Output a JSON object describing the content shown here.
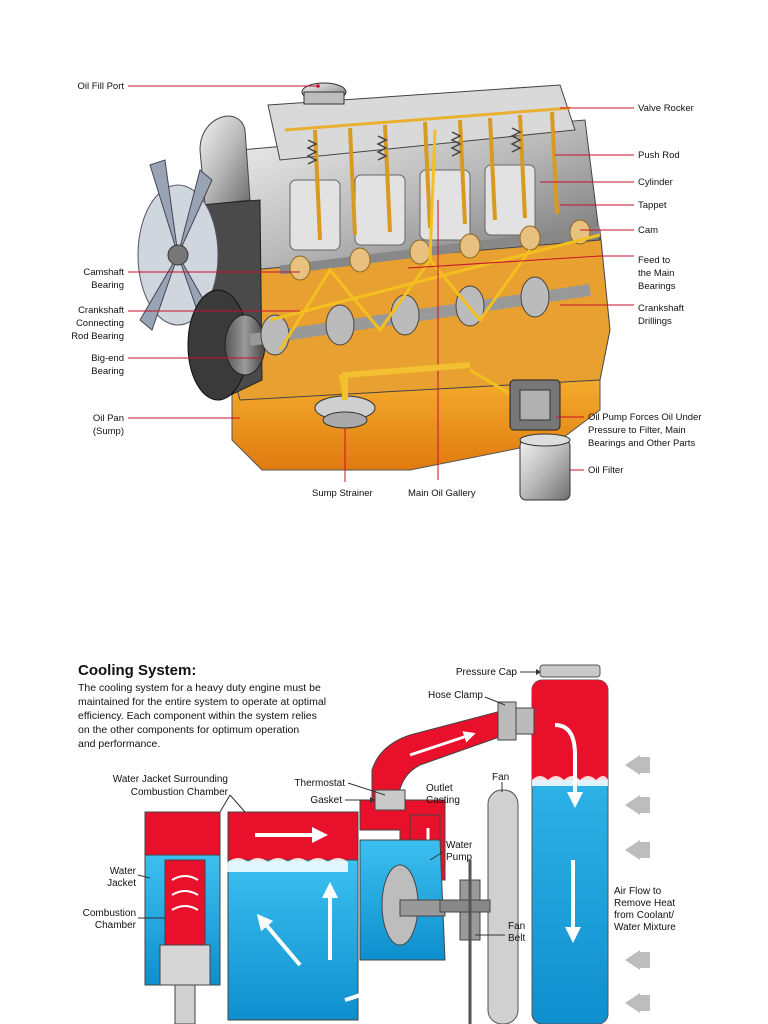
{
  "lubrication": {
    "labels": {
      "oil_fill_port": "Oil Fill Port",
      "valve_rocker": "Valve Rocker",
      "push_rod": "Push Rod",
      "cylinder": "Cylinder",
      "tappet": "Tappet",
      "cam": "Cam",
      "feed_main_bearings": [
        "Feed to",
        "the Main",
        "Bearings"
      ],
      "camshaft_bearing": [
        "Camshaft",
        "Bearing"
      ],
      "crankshaft_rod_bearing": [
        "Crankshaft",
        "Connecting",
        "Rod Bearing"
      ],
      "crankshaft_drillings": [
        "Crankshaft",
        "Drillings"
      ],
      "big_end_bearing": [
        "Big-end",
        "Bearing"
      ],
      "oil_pan": [
        "Oil Pan",
        "(Sump)"
      ],
      "oil_pump": [
        "Oil Pump Forces Oil Under",
        "Pressure to Filter, Main",
        "Bearings and Other Parts"
      ],
      "oil_filter": "Oil Filter",
      "sump_strainer": "Sump Strainer",
      "main_oil_gallery": "Main Oil Gallery"
    }
  },
  "cooling": {
    "title": "Cooling System:",
    "description": [
      "The cooling system for a heavy duty engine must be",
      "maintained for the entire system to operate at optimal",
      "efficiency. Each component within the system relies",
      "on the other components for optimum operation",
      "and performance."
    ],
    "labels": {
      "pressure_cap": "Pressure Cap",
      "hose_clamp": "Hose Clamp",
      "water_jacket_surrounding": [
        "Water Jacket Surrounding",
        "Combustion Chamber"
      ],
      "thermostat": "Thermostat",
      "gasket": "Gasket",
      "outlet_casting": [
        "Outlet",
        "Casting"
      ],
      "fan": "Fan",
      "water_jacket": [
        "Water",
        "Jacket"
      ],
      "water_pump": [
        "Water",
        "Pump"
      ],
      "combustion_chamber": [
        "Combustion",
        "Chamber"
      ],
      "fan_belt": [
        "Fan",
        "Belt"
      ],
      "air_flow": [
        "Air Flow to",
        "Remove Heat",
        "from Coolant/",
        "Water Mixture"
      ]
    }
  },
  "colors": {
    "leader": "#c8102e",
    "oil": "#f0a020",
    "coolant_hot": "#e8102a",
    "coolant_cold": "#1aa6e0",
    "metal": "#b8b8b8"
  }
}
